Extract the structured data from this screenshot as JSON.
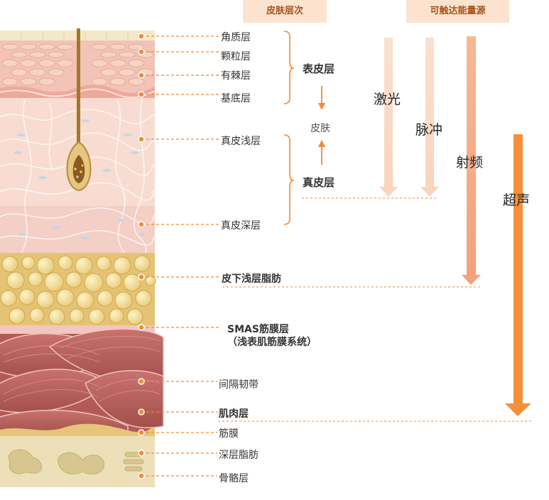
{
  "headers": {
    "skin_layers": "皮肤层次",
    "energy_sources": "可触达能量源"
  },
  "layers": [
    {
      "id": "stratum-corneum",
      "label": "角质层"
    },
    {
      "id": "stratum-granulosum",
      "label": "颗粒层"
    },
    {
      "id": "stratum-spinosum",
      "label": "有棘层"
    },
    {
      "id": "stratum-basale",
      "label": "基底层"
    },
    {
      "id": "papillary-dermis",
      "label": "真皮浅层"
    },
    {
      "id": "reticular-dermis",
      "label": "真皮深层"
    },
    {
      "id": "superficial-fat",
      "label": "皮下浅层脂肪"
    },
    {
      "id": "smas",
      "label": "SMAS筋膜层",
      "sub": "（浅表肌筋膜系统）"
    },
    {
      "id": "septum",
      "label": "间隔韧带"
    },
    {
      "id": "muscle",
      "label": "肌肉层"
    },
    {
      "id": "fascia",
      "label": "筋膜"
    },
    {
      "id": "deep-fat",
      "label": "深层脂肪"
    },
    {
      "id": "bone",
      "label": "骨骼层"
    }
  ],
  "groups": {
    "epidermis": "表皮层",
    "skin": "皮肤",
    "dermis": "真皮层"
  },
  "energy": [
    "激光",
    "脉冲",
    "射频",
    "超声"
  ],
  "colors": {
    "accent": "#f28a33",
    "header_bg": "#fbe3cf",
    "header_text": "#a5541b"
  }
}
